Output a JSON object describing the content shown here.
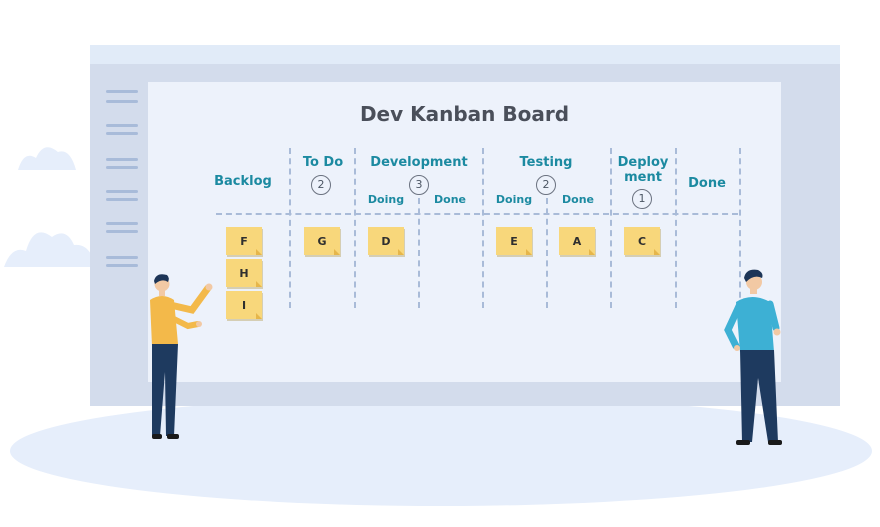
{
  "board": {
    "title": "Dev Kanban Board",
    "columns": [
      {
        "label": "Backlog",
        "wip": ""
      },
      {
        "label": "To Do",
        "wip": "2"
      },
      {
        "label": "Development",
        "wip": "3",
        "sub": [
          "Doing",
          "Done"
        ]
      },
      {
        "label": "Testing",
        "wip": "2",
        "sub": [
          "Doing",
          "Done"
        ]
      },
      {
        "label": "Deploy\nment",
        "wip": "1"
      },
      {
        "label": "Done",
        "wip": ""
      }
    ],
    "cards": {
      "backlog": [
        "F",
        "H",
        "I"
      ],
      "todo": [
        "G"
      ],
      "development_doing": [
        "D"
      ],
      "testing_doing": [
        "E"
      ],
      "testing_done": [
        "A"
      ],
      "deployment": [
        "C"
      ]
    }
  },
  "colors": {
    "accent": "#1c8aa1",
    "sticky_note": "#f8d77b",
    "board_bg": "#edf2fb",
    "frame": "#d3dcec"
  }
}
